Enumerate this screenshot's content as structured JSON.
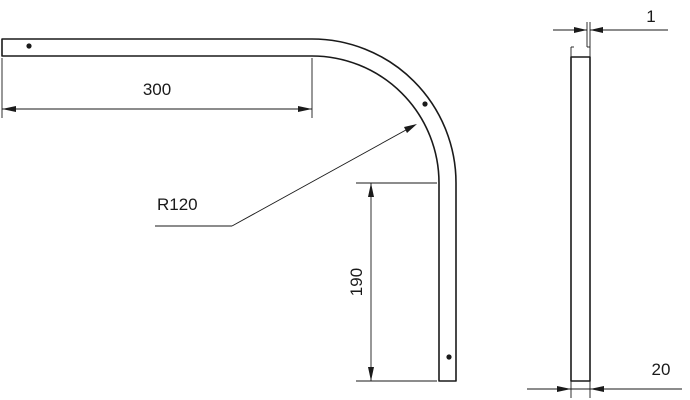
{
  "drawing": {
    "dim_length_horizontal": "300",
    "dim_radius": "R120",
    "dim_length_vertical": "190",
    "dim_thickness": "1",
    "dim_width": "20"
  }
}
